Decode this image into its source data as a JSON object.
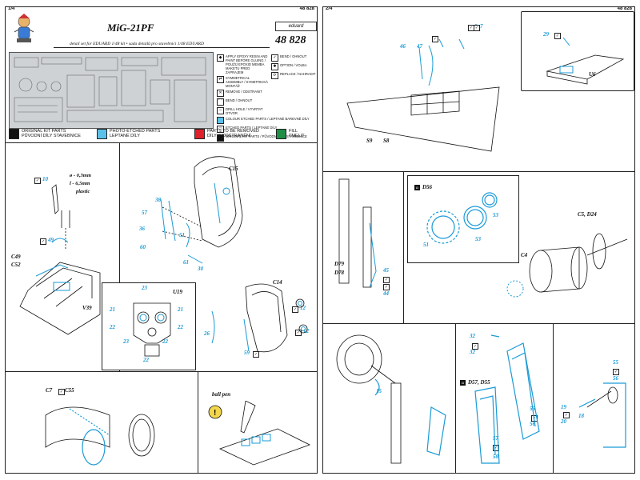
{
  "left_page": {
    "page_number": "1/4",
    "page_code": "48 828",
    "title": "MiG-21PF",
    "subtitle": "detail set for EDUARD 1/48 kit • sada detailů pro stavebnici 1/48 EDUARD",
    "catalog_number": "48 828",
    "brand": "eduard",
    "legend_left": [
      {
        "icon": "spray-icon",
        "text": "APPLY EPOXY RESIN AND PAINT BEFORE GLUING / POUŽIJ EPOXID MEMBA MAKETU PRED ZAPRAJEM"
      },
      {
        "icon": "assembly-icon",
        "text": "SYMMETRICAL ASSEMBLY / SYMETRICKÁ MONTÁŽ"
      },
      {
        "icon": "remove-icon",
        "text": "REMOVE / ODSTRANIT"
      },
      {
        "icon": "bend-icon",
        "text": "BEND / OHNOUT"
      },
      {
        "icon": "drill-icon",
        "text": "DRILL HOLE / VYVRTAT OTVOR"
      },
      {
        "icon": "decal-icon",
        "text": "COLOUR ETCHED PARTS / LEPTANÉ BAREVNÉ DÍLY"
      },
      {
        "icon": "etched-icon",
        "text": "ETCHED PARTS / LEPTANÉ DÍLY"
      },
      {
        "icon": "kit-icon",
        "text": "ORIGINAL KIT PARTS / PŮVODNÍ DÍLY STAVEBNICE"
      }
    ],
    "legend_right": [
      {
        "icon": "check-icon",
        "text": "BEND / OHNOUT"
      },
      {
        "icon": "option-icon",
        "text": "OPTION / VOLBA"
      },
      {
        "icon": "replace-icon",
        "text": "REPLACE / NAHRADIT"
      }
    ],
    "color_legend": [
      {
        "color": "#111111",
        "en": "ORIGINAL KIT PARTS",
        "cz": "PŮVODNÍ DÍLY STAVEBNICE"
      },
      {
        "color": "#5bc1e8",
        "en": "PHOTO-ETCHED PARTS",
        "cz": "LEPTANÉ DÍLY"
      },
      {
        "color": "#e0202a",
        "en": "PARTS TO BE REMOVED",
        "cz": "DÍLY K ODSTRANĚNÍ"
      },
      {
        "color": "#1f8f46",
        "en": "FILL",
        "cz": "TMELIT"
      }
    ],
    "steps": {
      "wire": {
        "line1": "ø - 0,3mm",
        "line2": "l - 6,5mm",
        "line3": "plastic"
      },
      "parts": {
        "p10": "10",
        "p49": "49",
        "c49": "C49",
        "c52": "C52",
        "v39": "V39",
        "c15": "C15",
        "p38": "38",
        "p57": "57",
        "p36": "36",
        "p51": "51",
        "p60": "60",
        "p61": "61",
        "p30": "30",
        "u19": "U19",
        "p23a": "23",
        "p21a": "21",
        "p21b": "21",
        "p22a": "22",
        "p22b": "22",
        "p23b": "23",
        "p22c": "22",
        "p22d": "22",
        "c14": "C14",
        "p12a": "12",
        "p12b": "12",
        "p26": "26",
        "p59": "59",
        "c7": "C7",
        "c55": "C55",
        "ballpen": "ball pen"
      }
    }
  },
  "right_page": {
    "page_number": "2/4",
    "page_code": "48 828",
    "parts": {
      "p46": "46",
      "p47": "47",
      "p8": "8",
      "p7": "7",
      "s9": "S9",
      "s8": "S8",
      "p29": "29",
      "u6": "U6",
      "d79": "D79",
      "d78": "D78",
      "p45": "45",
      "p44": "44",
      "d56": "D56",
      "p53a": "53",
      "p53b": "53",
      "p51": "51",
      "c5d24": "C5, D24",
      "c4": "C4",
      "p32": "32",
      "p32b": "32",
      "d57d55": "D57, D55",
      "p15": "15",
      "p55": "55",
      "p56": "56",
      "p57": "57",
      "p58": "58",
      "p19": "19",
      "p20": "20",
      "p18": "18",
      "p55b": "55",
      "p56b": "56"
    }
  }
}
